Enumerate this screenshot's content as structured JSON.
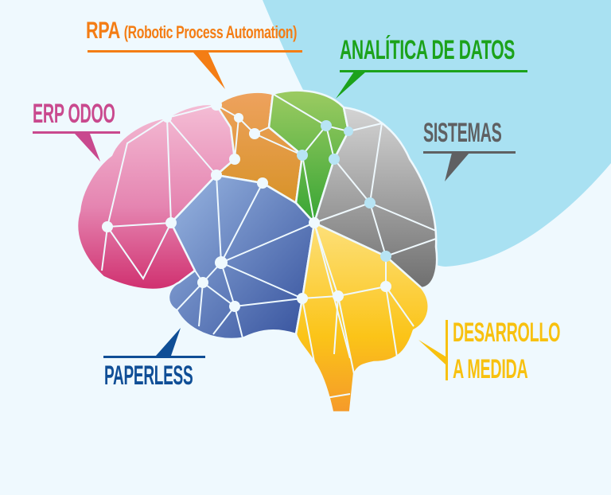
{
  "diagram": {
    "type": "infographic",
    "subject": "brain with business technology areas",
    "background": {
      "base_color": "#eff9fe",
      "accent_curve_color": "#a9e1f2"
    },
    "areas": [
      {
        "id": "rpa",
        "title": "RPA",
        "subtitle": "(Robotic Process Automation)",
        "color": "#f47d14",
        "region_color": "#e89a4f"
      },
      {
        "id": "analitica",
        "title": "ANALÍTICA DE DATOS",
        "color": "#1ca21b",
        "region_color": "#5cb84a"
      },
      {
        "id": "erp",
        "title": "ERP ODOO",
        "color": "#c9498e",
        "region_color": "#e98bb4"
      },
      {
        "id": "sistemas",
        "title": "SISTEMAS",
        "color": "#5f6062",
        "region_color": "#a6a6a6"
      },
      {
        "id": "paperless",
        "title": "PAPERLESS",
        "color": "#0f4e96",
        "region_color": "#6687c4"
      },
      {
        "id": "desarrollo",
        "title_line1": "DESARROLLO",
        "title_line2": "A MEDIDA",
        "color": "#f8c10f",
        "region_color": "#fbc82a"
      }
    ]
  }
}
